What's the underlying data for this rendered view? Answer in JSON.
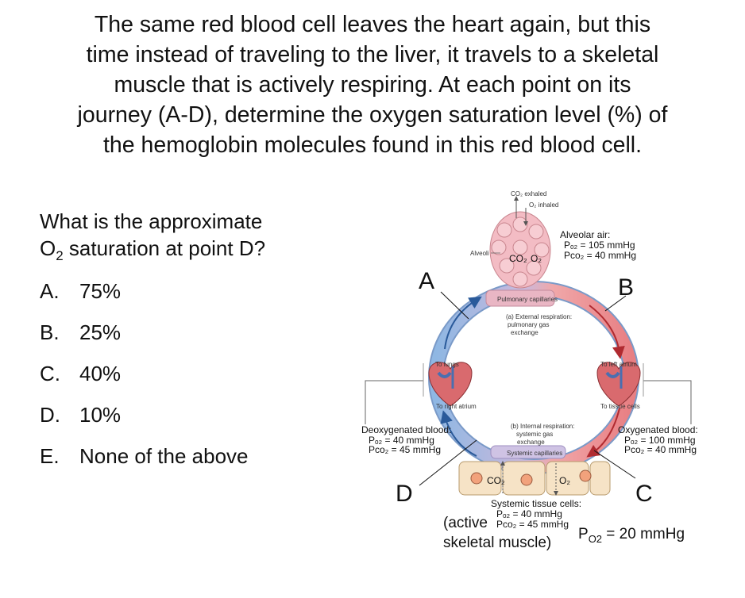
{
  "prompt_lines": [
    "The same red blood cell leaves the heart again, but this",
    "time instead of traveling to the liver, it travels to a skeletal",
    "muscle that is actively respiring. At each point on its",
    "journey (A-D), determine the oxygen saturation level (%) of",
    "the hemoglobin molecules found in this red blood cell."
  ],
  "question": {
    "line1": "What is the approximate",
    "line2_pre": "O",
    "line2_sub": "2",
    "line2_post": " saturation at point D?"
  },
  "options": [
    {
      "letter": "A.",
      "text": "75%"
    },
    {
      "letter": "B.",
      "text": "25%"
    },
    {
      "letter": "C.",
      "text": "40%"
    },
    {
      "letter": "D.",
      "text": "10%"
    },
    {
      "letter": "E.",
      "text": "None of the above"
    }
  ],
  "diagram": {
    "points": {
      "a": "A",
      "b": "B",
      "c": "C",
      "d": "D"
    },
    "co2_exhaled": "CO₂ exhaled",
    "o2_inhaled": "O₂ inhaled",
    "alveoli": "Alveoli",
    "lung_co2": "CO₂",
    "lung_o2": "O₂",
    "alveolar_title": "Alveolar air:",
    "alveolar_po2": "Pₒ₂ = 105 mmHg",
    "alveolar_pco2": "Pco₂ = 40 mmHg",
    "pulmonary_capillaries": "Pulmonary capillaries",
    "external_resp": [
      "(a) External respiration:",
      "pulmonary gas",
      "exchange"
    ],
    "to_lungs": "To lungs",
    "to_left_atrium": "To left atrium",
    "to_right_atrium": "To right atrium",
    "to_tissue_cells": "To tissue cells",
    "internal_resp": [
      "(b) Internal respiration:",
      "systemic gas",
      "exchange"
    ],
    "systemic_capillaries": "Systemic capillaries",
    "deoxy_title": "Deoxygenated blood:",
    "deoxy_po2": "Pₒ₂ = 40 mmHg",
    "deoxy_pco2": "Pco₂ = 45 mmHg",
    "oxy_title": "Oxygenated blood:",
    "oxy_po2": "Pₒ₂ = 100 mmHg",
    "oxy_pco2": "Pco₂ = 40 mmHg",
    "tissue_co2": "CO₂",
    "tissue_o2": "O₂",
    "tissue_title": "Systemic tissue cells:",
    "tissue_po2": "Pₒ₂ = 40 mmHg",
    "tissue_pco2": "Pco₂ = 45 mmHg",
    "active_line1": "(active",
    "active_line2": "skeletal muscle)",
    "po2_label_pre": "P",
    "po2_label_sub": "O2",
    "po2_label_post": " = 20 mmHg"
  }
}
